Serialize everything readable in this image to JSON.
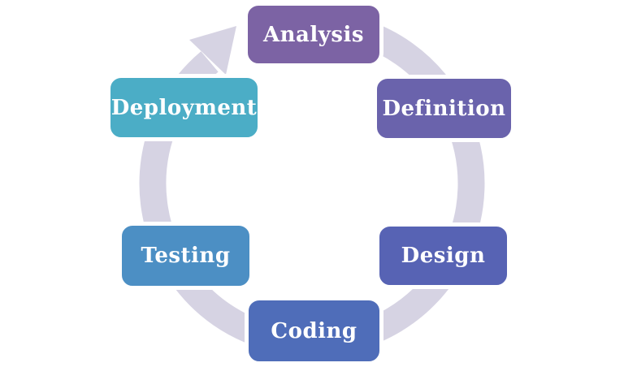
{
  "diagram": {
    "type": "cycle",
    "direction": "clockwise",
    "ring_color": "#d6d3e3",
    "label_color": "#ffffff",
    "stages": [
      {
        "label": "Analysis",
        "color": "#7c63a4",
        "position": "top"
      },
      {
        "label": "Definition",
        "color": "#6a63ac",
        "position": "upper-right"
      },
      {
        "label": "Design",
        "color": "#5763b4",
        "position": "lower-right"
      },
      {
        "label": "Coding",
        "color": "#4f6db9",
        "position": "bottom"
      },
      {
        "label": "Testing",
        "color": "#4c8fc4",
        "position": "lower-left"
      },
      {
        "label": "Deployment",
        "color": "#4badc6",
        "position": "upper-left"
      }
    ]
  }
}
